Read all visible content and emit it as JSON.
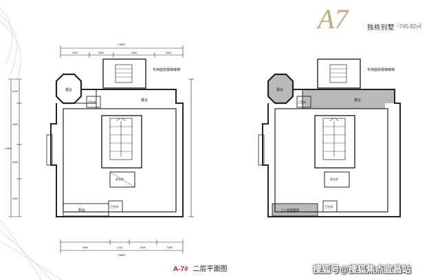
{
  "brand": {
    "letter": "A7",
    "type_label": "独栋别墅",
    "area": "~745.82㎡",
    "accent_color": "#c4a882"
  },
  "caption": {
    "plan_id": "A-7#",
    "plan_title": "二层平面图",
    "id_color": "#c8102e"
  },
  "watermark": "搜狐号@搜狐焦点宜昌站",
  "plans": {
    "left": {
      "top_total": "15800",
      "top_dims": [
        "3400",
        "2600",
        "4400",
        "1600"
      ],
      "bottom_total": "15800",
      "bottom_dims": [
        "6400",
        "2100",
        "3400",
        "1800"
      ],
      "left_total": "15800",
      "left_dims": [
        "2100",
        "4500",
        "3400",
        "4200"
      ],
      "label_stair_access": "专用庭院钢梯楼梯",
      "label_terrace_nw": "露台",
      "label_terrace_ne": "露台",
      "label_bath_n": "卫生间",
      "label_lightwell": "采光井",
      "label_balcony": "阳台",
      "label_bath_s": "卫生间"
    },
    "right": {
      "label_stair_access": "专用庭院钢梯楼梯",
      "label_terrace_nw": "露台",
      "label_terrace_ne": "露台",
      "label_bath_n": "卫生间",
      "label_lightwell": "采光井",
      "label_upper_floor": "上人屋面露面",
      "label_bath_s": "卫生间"
    }
  },
  "colors": {
    "wall": "#222222",
    "shade": "#b9b9b9",
    "deco": "#c9b2d6"
  }
}
